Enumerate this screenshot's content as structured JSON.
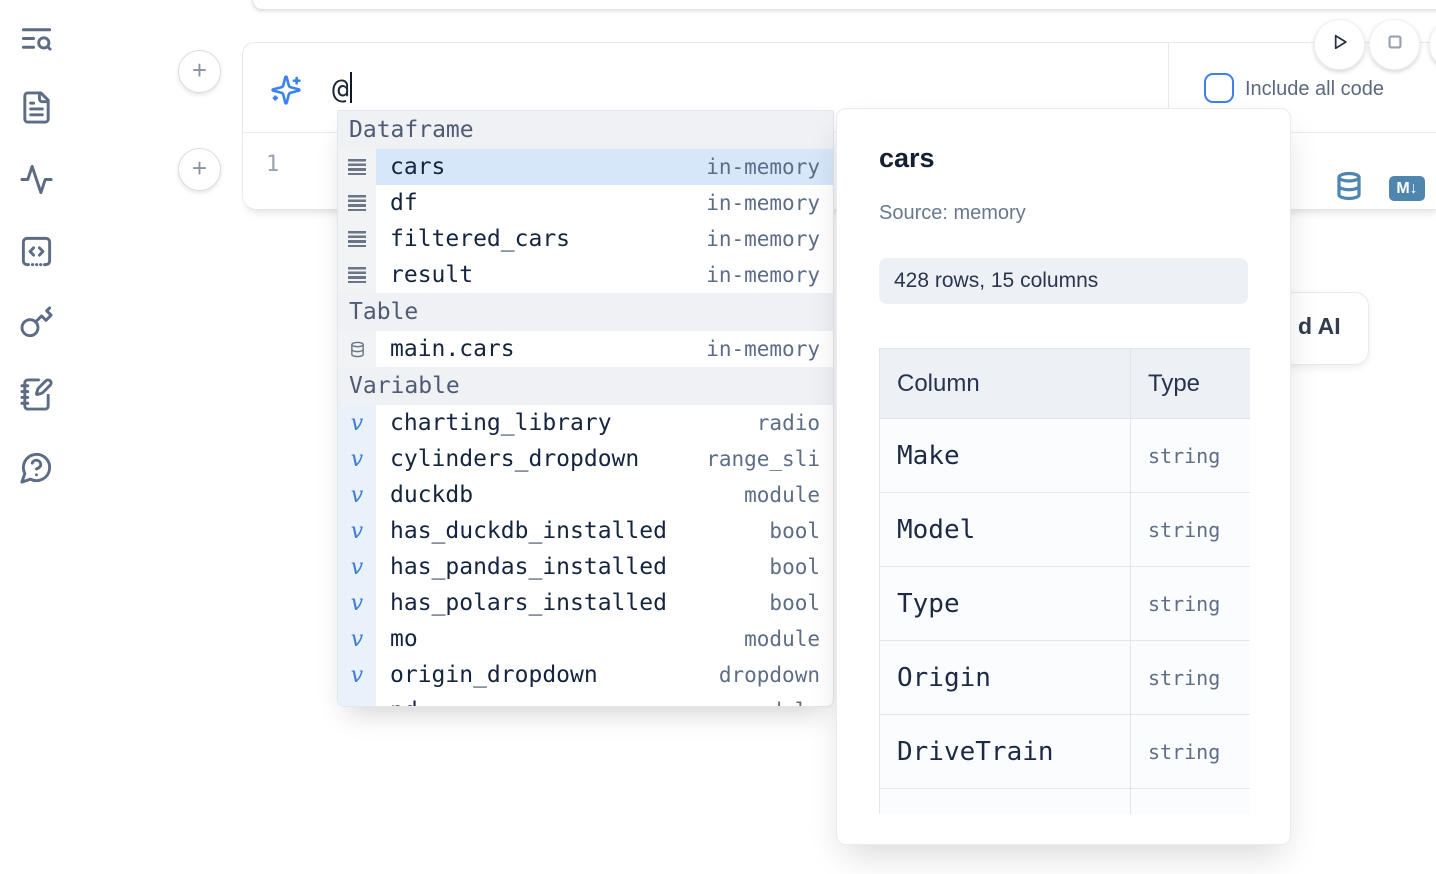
{
  "colors": {
    "accent_blue": "#3b82f6",
    "steel_blue": "#4f86ad",
    "selection_bg": "#d7e7fa",
    "checkbox_blue": "#3b7ff0"
  },
  "sidebar": {
    "icons": [
      {
        "name": "text-search-icon"
      },
      {
        "name": "document-icon"
      },
      {
        "name": "activity-icon"
      },
      {
        "name": "code-snippets-icon"
      },
      {
        "name": "key-icon"
      },
      {
        "name": "scratchpad-icon"
      },
      {
        "name": "help-icon"
      }
    ]
  },
  "prompt": {
    "value": "@"
  },
  "toolbar": {
    "include_all_code_label": "Include all code",
    "include_all_code_checked": false
  },
  "cell": {
    "line_number": "1",
    "markdown_badge": "M↓"
  },
  "ai_button": {
    "visible_label": "d AI"
  },
  "completion": {
    "sections": [
      {
        "label": "Dataframe",
        "kind": "dataframe",
        "icon": "dataframe-rows-icon",
        "items": [
          {
            "name": "cars",
            "type": "in-memory",
            "selected": true
          },
          {
            "name": "df",
            "type": "in-memory"
          },
          {
            "name": "filtered_cars",
            "type": "in-memory"
          },
          {
            "name": "result",
            "type": "in-memory"
          }
        ]
      },
      {
        "label": "Table",
        "kind": "table",
        "icon": "database-icon",
        "items": [
          {
            "name": "main.cars",
            "type": "in-memory"
          }
        ]
      },
      {
        "label": "Variable",
        "kind": "variable",
        "icon": "variable-icon",
        "items": [
          {
            "name": "charting_library",
            "type": "radio"
          },
          {
            "name": "cylinders_dropdown",
            "type": "range_sli"
          },
          {
            "name": "duckdb",
            "type": "module"
          },
          {
            "name": "has_duckdb_installed",
            "type": "bool"
          },
          {
            "name": "has_pandas_installed",
            "type": "bool"
          },
          {
            "name": "has_polars_installed",
            "type": "bool"
          },
          {
            "name": "mo",
            "type": "module"
          },
          {
            "name": "origin_dropdown",
            "type": "dropdown"
          },
          {
            "name": "pd",
            "type": "module",
            "partial": true
          }
        ]
      }
    ]
  },
  "preview": {
    "title": "cars",
    "source": "Source: memory",
    "shape": "428 rows, 15 columns",
    "table": {
      "headers": [
        "Column",
        "Type"
      ],
      "rows": [
        [
          "Make",
          "string"
        ],
        [
          "Model",
          "string"
        ],
        [
          "Type",
          "string"
        ],
        [
          "Origin",
          "string"
        ],
        [
          "DriveTrain",
          "string"
        ]
      ]
    }
  }
}
